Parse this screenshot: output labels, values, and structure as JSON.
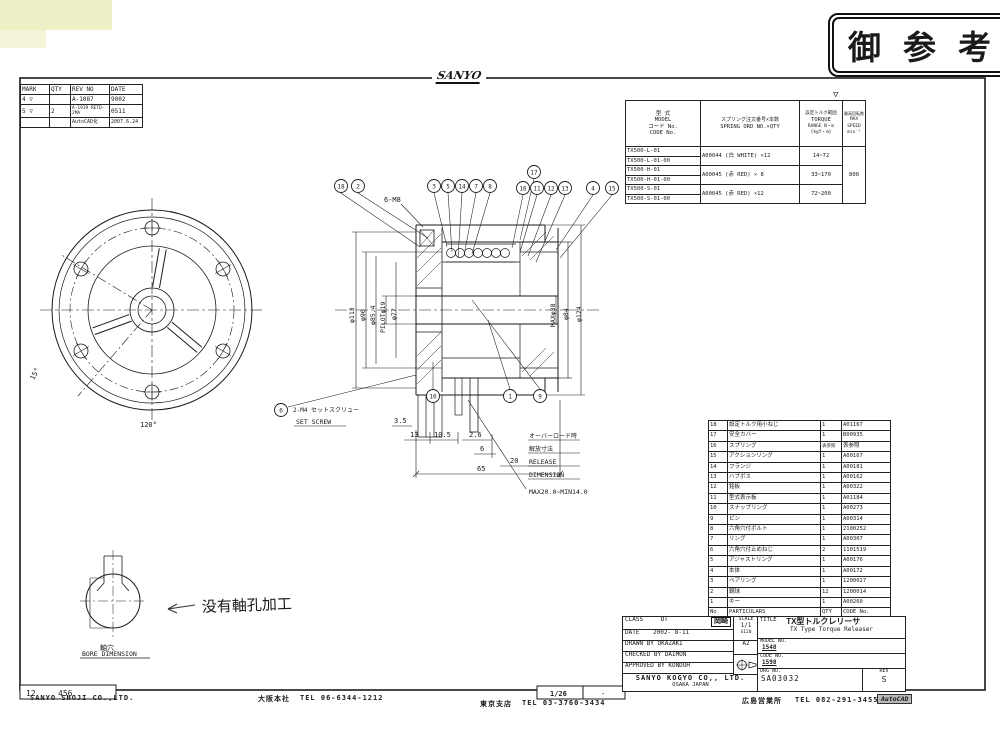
{
  "stamp": {
    "text": "御参考"
  },
  "logo": {
    "text": "SANYO"
  },
  "revision_table": {
    "headers": [
      "MARK",
      "QTY",
      "REV NO",
      "DATE"
    ],
    "rows": [
      [
        "4 ▽",
        "",
        "A-1087",
        "9002"
      ],
      [
        "5 ▽",
        "2",
        "A-1919 RETD-2MA",
        "0511"
      ],
      [
        "",
        "",
        "AutoCAD化",
        "2007.6.24"
      ]
    ]
  },
  "model_table": {
    "mark": "▽",
    "header": {
      "model_jp": "型 式",
      "model_en": "MODEL",
      "code_jp": "コード No.",
      "code_en": "CODE No.",
      "spring_jp": "スプリング注文番号×本数",
      "spring_en": "SPRING ORD NO.×QTY",
      "torque_jp": "設定トルク範囲",
      "torque_l1": "TORQUE",
      "torque_l2": "RANGE N・m",
      "torque_l3": "{kgf・m}",
      "speed_jp": "最高回転数",
      "speed_l1": "MAX",
      "speed_l2": "SPEED",
      "speed_l3": "min⁻¹"
    },
    "models": [
      "TX500-L-01",
      "TX500-L-01-00",
      "TX500-H-01",
      "TX500-H-01-00",
      "TX500-S-01",
      "TX500-S-01-00"
    ],
    "springs": [
      "A00044 (白 WHITE) ×12",
      "A00045 (赤 RED) × 8",
      "A00045 (赤 RED) ×12"
    ],
    "torques": [
      "14~72",
      "33~170",
      "72~200"
    ],
    "max_speed": "800"
  },
  "parts_list": {
    "header": [
      "No",
      "PARTICULARS",
      "QTY",
      "CODE No."
    ],
    "rows": [
      [
        "18",
        "設定トルク用小ねじ",
        "1",
        "A01167"
      ],
      [
        "17",
        "安全カバー",
        "1",
        "B00935"
      ],
      [
        "16",
        "スプリング",
        "表参照",
        "表参照"
      ],
      [
        "15",
        "アクションリング",
        "1",
        "A00167"
      ],
      [
        "14",
        "フランジ",
        "1",
        "A00181"
      ],
      [
        "13",
        "ハブボス",
        "1",
        "A00162"
      ],
      [
        "12",
        "銘板",
        "1",
        "A00322"
      ],
      [
        "11",
        "型式表示板",
        "1",
        "A01184"
      ],
      [
        "10",
        "スナップリング",
        "1",
        "A00273"
      ],
      [
        "9",
        "ピン",
        "1",
        "A00314"
      ],
      [
        "8",
        "六角穴付ボルト",
        "1",
        "2100252"
      ],
      [
        "7",
        "リング",
        "1",
        "A00307"
      ],
      [
        "6",
        "六角穴付止めねじ",
        "2",
        "1101519"
      ],
      [
        "5",
        "アジャストリング",
        "1",
        "A00176"
      ],
      [
        "4",
        "本体",
        "1",
        "A00172"
      ],
      [
        "3",
        "ベアリング",
        "1",
        "1200027"
      ],
      [
        "2",
        "鋼球",
        "12",
        "1200014"
      ],
      [
        "1",
        "キー",
        "1",
        "A00260"
      ]
    ]
  },
  "title_block": {
    "class_label": "CLASS",
    "class_value": "DT",
    "stamp": "岡崎",
    "date_label": "DATE",
    "date_value": "2002- 8-11",
    "drawn": "DRAWN BY OKAZAKI",
    "checked": "CHECKED BY DAIMON",
    "approved": "APPROVED BY KONDOH",
    "scale_label": "SCALE",
    "scale_value": "1/1",
    "size_note": "G120",
    "size": "A2",
    "title_label": "TITLE",
    "title_jp": "TX型トルクレリーサ",
    "title_en": "TX Type Torque Releaser",
    "model_label": "MODEL NO.",
    "model_value": "1548",
    "code_label": "CODE NO.",
    "code_value": "1598",
    "drg_label": "DRG NO.",
    "drg_value": "SA03032",
    "rev_label": "REV",
    "rev_value": "S",
    "company": "SANYO KOGYO CO,, LTD.",
    "company_city": "OSAKA JAPAN"
  },
  "bottom_bar": {
    "maker": "SANYO SHOJI CO.,LTD.",
    "osaka": "大阪本社",
    "osaka_tel": "TEL 06-6344-1212",
    "tokyo": "東京支店",
    "tokyo_tel": "TEL 03-3760-3434",
    "hiroshima": "広島営業所",
    "hiroshima_tel": "TEL 082-291-3455",
    "autocad": "AutoCAD",
    "page_left": "1/26",
    "page_right": "-",
    "zone_l": "12",
    "zone_r": "456"
  },
  "drawing": {
    "balloons": [
      "18",
      "2",
      "3",
      "5",
      "14",
      "7",
      "8",
      "17",
      "16",
      "11",
      "12",
      "13",
      "4",
      "15",
      "10",
      "1",
      "9",
      "6"
    ],
    "thread_note": "6-M8",
    "set_screw_jp": "2-M4 セットスクリュー",
    "set_screw_en": "SET SCREW",
    "overload_jp1": "オーバーロード時",
    "overload_jp2": "解放寸法",
    "overload_en1": "RELEASE",
    "overload_en2": "DIMENSION",
    "bore_range": "MAX20.0~MIN14.0",
    "dims": {
      "d35": "3.5",
      "d13": "13",
      "d105": "10.5",
      "d26": "2.6",
      "d6": "6",
      "d20": "20",
      "d65": "65"
    },
    "dia_left": [
      "φ113",
      "φ90",
      "φ85.4",
      "φ77",
      "PILOTφ19"
    ],
    "dia_right": [
      "MAXφ38",
      "φ84",
      "φ124"
    ],
    "angle_120": "120°",
    "angle_15": "15°",
    "bore_jp": "軸穴",
    "bore_en": "BORE DIMENSION",
    "handwritten": "没有軸孔加工"
  }
}
